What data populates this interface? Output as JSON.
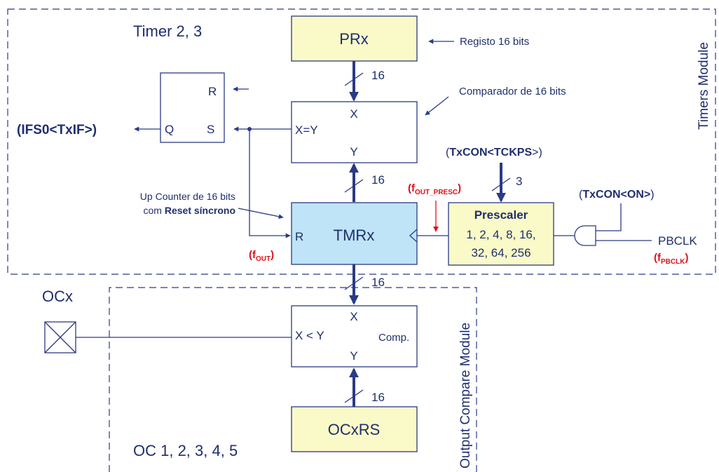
{
  "colors": {
    "navy": "#2b3a85",
    "text": "#1f2f6e",
    "yellow_fill": "#fafac8",
    "blue_fill": "#bfe3f7",
    "red": "#e0101a"
  },
  "timers_module": {
    "title": "Timer 2, 3",
    "side_label": "Timers Module"
  },
  "prx": {
    "label": "PRx",
    "note": "Registo 16 bits",
    "bus_width": "16"
  },
  "comparator": {
    "x": "X",
    "y": "Y",
    "op": "X=Y",
    "note": "Comparador de 16 bits",
    "bus_width": "16"
  },
  "flipflop": {
    "r": "R",
    "s": "S",
    "q": "Q",
    "output": "(IFS0<TxIF>)"
  },
  "counter": {
    "note_line1": "Up Counter de 16 bits",
    "note_line2_plain": "com ",
    "note_line2_bold": "Reset síncrono",
    "label": "TMRx",
    "reset": "R",
    "fout_open": "(f",
    "fout_sub": "OUT",
    "fout_close": ")",
    "bus_width": "16"
  },
  "prescaler": {
    "title": "Prescaler",
    "line1": "1, 2, 4, 8, 16,",
    "line2": "32, 64, 256",
    "ctrl_open": "(",
    "ctrl_bold": "TxCON<TCKPS",
    "ctrl_close": ">)",
    "ctrl_width": "3",
    "fout_presc_open": "(f",
    "fout_presc_sub": "OUT_PRESC",
    "fout_presc_close": ")"
  },
  "gate": {
    "ctrl_open": "(",
    "ctrl_bold": "TxCON<ON>",
    "ctrl_close": ")",
    "pbclk": "PBCLK",
    "fpbclk_open": "(f",
    "fpbclk_sub": "PBCLK",
    "fpbclk_close": ")"
  },
  "output_compare": {
    "pin": "OCx",
    "x": "X",
    "y": "Y",
    "op": "X < Y",
    "comp": "Comp.",
    "ocxrs": "OCxRS",
    "ocxrs_width": "16",
    "title": "OC 1, 2, 3, 4, 5",
    "side_label": "Output Compare Module"
  }
}
